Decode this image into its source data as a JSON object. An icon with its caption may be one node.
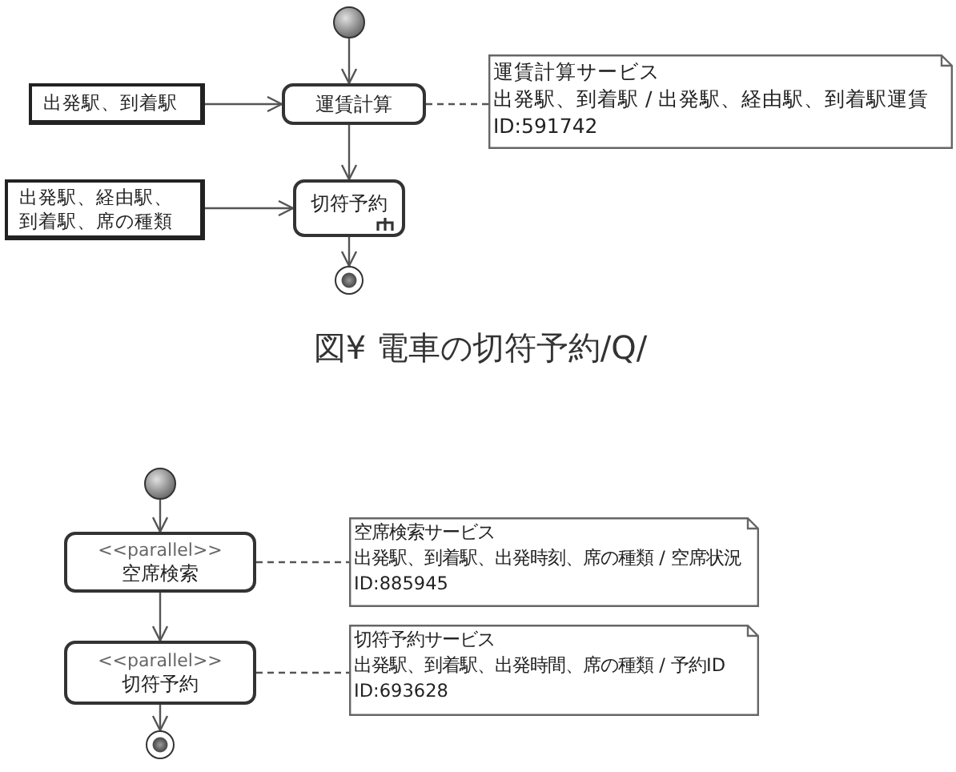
{
  "diagram": {
    "caption": "図¥ 電車の切符予約/Q/",
    "nodes": [
      {
        "text": [],
        "shape": "circle"
      },
      {
        "text": [
          "出発駅、到着駅"
        ]
      },
      {
        "text": [
          "運賃計算"
        ]
      },
      {
        "text": [
          "運賃計算サービス",
          "出発駅、到着駅 / 出発駅、経由駅、到着駅運賃",
          "ID:591742"
        ]
      },
      {
        "text": [
          "出発駅、経由駅、到着駅、席の種類"
        ]
      },
      {
        "text": [
          "切符予約"
        ]
      },
      {
        "text": [],
        "shape": "circle"
      },
      {
        "text": [],
        "shape": "circle"
      },
      {
        "text": [
          "<<parallel>>",
          "空席検索"
        ]
      },
      {
        "text": [
          "空席検索サービス",
          "出発駅、到着駅、出発時刻、席の種類 / 空席状況",
          "ID:885945"
        ]
      },
      {
        "text": [
          "<<parallel>>",
          "切符予約"
        ]
      },
      {
        "text": [
          "切符予約サービス",
          "出発駅、到着駅、出発時間、席の種類 / 予約ID",
          "ID:693628"
        ]
      },
      {
        "text": [],
        "shape": "circle"
      }
    ],
    "edges": [
      {
        "from": 0,
        "to": 2,
        "arrow": "to"
      },
      {
        "from": 1,
        "to": 2,
        "arrow": "to"
      },
      {
        "from": 2,
        "to": 3,
        "arrow": "none",
        "style": "dashed"
      },
      {
        "from": 2,
        "to": 5,
        "arrow": "to"
      },
      {
        "from": 4,
        "to": 5,
        "arrow": "to"
      },
      {
        "from": 5,
        "to": 6,
        "arrow": "to"
      },
      {
        "from": 7,
        "to": 8,
        "arrow": "to"
      },
      {
        "from": 8,
        "to": 9,
        "arrow": "none",
        "style": "dashed"
      },
      {
        "from": 8,
        "to": 10,
        "arrow": "to"
      },
      {
        "from": 10,
        "to": 11,
        "arrow": "none",
        "style": "dashed"
      },
      {
        "from": 10,
        "to": 12,
        "arrow": "to"
      }
    ]
  }
}
